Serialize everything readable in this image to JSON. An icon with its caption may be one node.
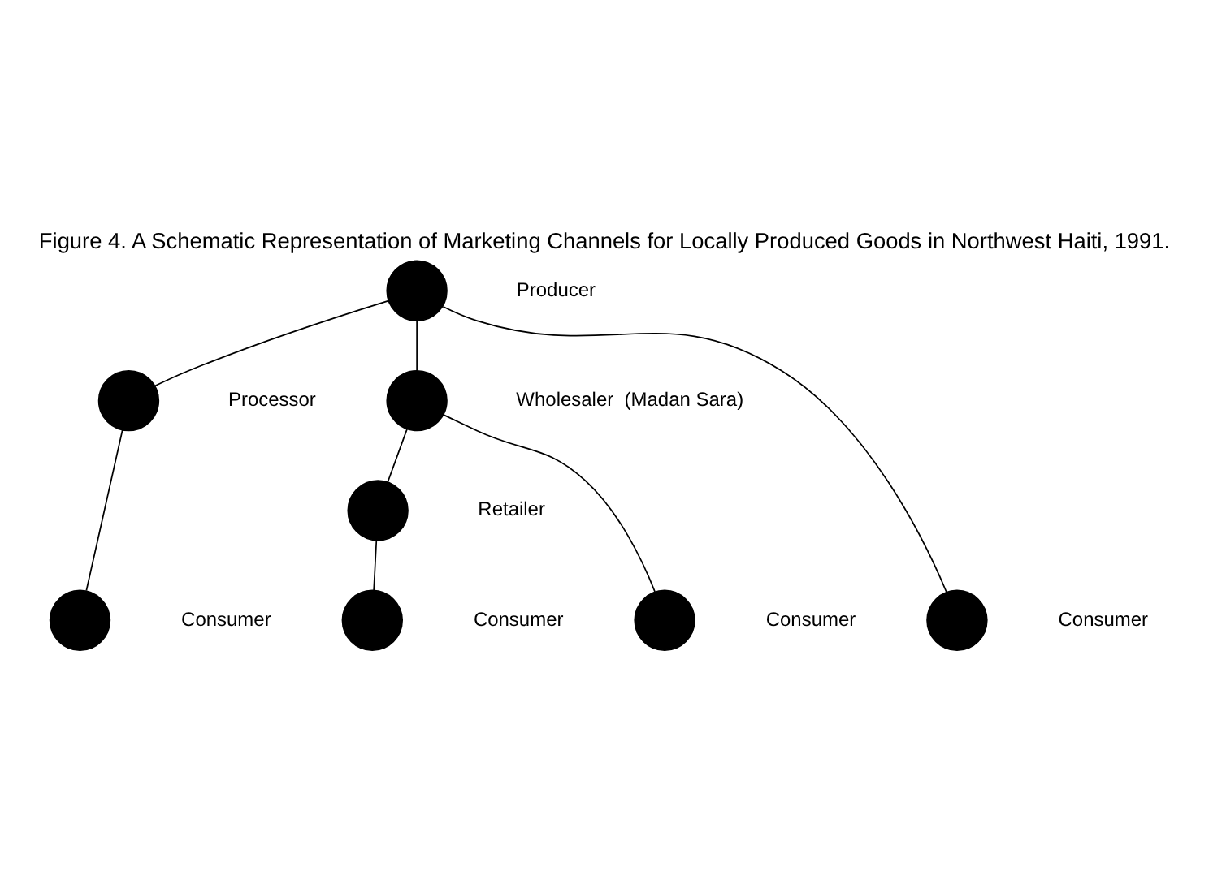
{
  "diagram": {
    "title": "Figure 4. A Schematic Representation of Marketing Channels for Locally Produced Goods in Northwest Haiti, 1991.",
    "nodes": [
      {
        "text": [],
        "shape": "circle",
        "beside": [
          "Producer"
        ]
      },
      {
        "text": [],
        "shape": "circle",
        "beside": [
          "Processor"
        ]
      },
      {
        "text": [],
        "shape": "circle",
        "beside": [
          "Wholesaler",
          "(Madan Sara)"
        ]
      },
      {
        "text": [],
        "shape": "circle",
        "beside": [
          "Retailer"
        ]
      },
      {
        "text": [],
        "shape": "circle",
        "beside": [
          "Consumer"
        ]
      },
      {
        "text": [],
        "shape": "circle",
        "beside": [
          "Consumer"
        ]
      },
      {
        "text": [],
        "shape": "circle",
        "beside": [
          "Consumer"
        ]
      },
      {
        "text": [],
        "shape": "circle",
        "beside": [
          "Consumer"
        ]
      }
    ],
    "edges": [
      {
        "from": 0,
        "to": 1,
        "arrow": "none"
      },
      {
        "from": 0,
        "to": 5,
        "arrow": "none"
      },
      {
        "from": 0,
        "to": 2,
        "arrow": "none"
      },
      {
        "from": 1,
        "to": 4,
        "arrow": "none"
      },
      {
        "from": 2,
        "to": 6,
        "arrow": "none"
      },
      {
        "from": 2,
        "to": 3,
        "arrow": "none"
      },
      {
        "from": 3,
        "to": 7,
        "arrow": "none"
      }
    ]
  }
}
